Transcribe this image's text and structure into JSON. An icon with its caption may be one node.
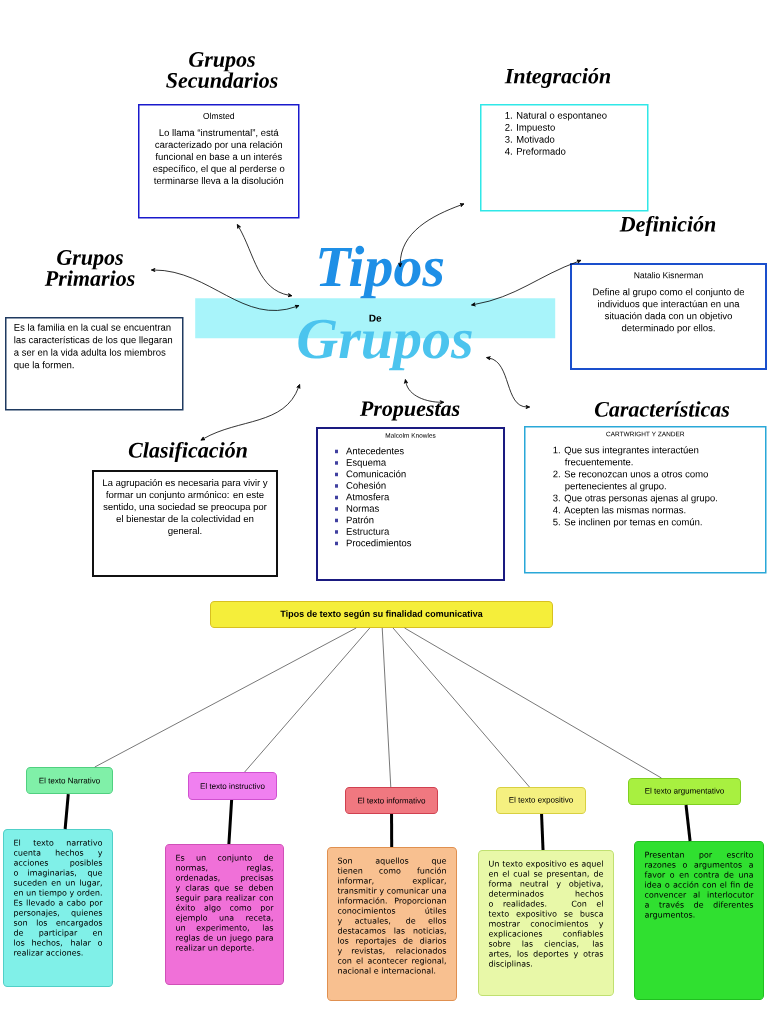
{
  "diagram": {
    "nodes": [
      {
        "text": [
          "Grupos Secundarios",
          "Olmsted",
          "Lo llama “instrumental”, está caracterizado por una relación funcional en base a un interés específico, el que al perderse o terminarse lleva a la disolución"
        ]
      },
      {
        "text": [
          "Integración",
          "1. Natural o espontaneo",
          "2. Impuesto",
          "3. Motivado",
          "4. Preformado"
        ]
      },
      {
        "text": [
          "Definición",
          "Natalio Kisnerman",
          "Define al grupo como el conjunto de individuos que interactúan en una situación dada con un objetivo determinado por ellos."
        ]
      },
      {
        "text": [
          "Grupos Primarios",
          "Es la familia en la cual se encuentran las características de los que llegaran a ser en la vida adulta los miembros que la formen."
        ]
      },
      {
        "text": [
          "Tipos",
          "De",
          "Grupos"
        ]
      },
      {
        "text": [
          "Propuestas",
          "Malcolm Knowles",
          "Antecedentes",
          "Esquema",
          "Comunicación",
          "Cohesión",
          "Atmosfera",
          "Normas",
          "Patrón",
          "Estructura",
          "Procedimientos"
        ]
      },
      {
        "text": [
          "Clasificación",
          "La agrupación es necesaria para vivir y formar un conjunto armónico: en este sentido, una sociedad se preocupa por el bienestar de la colectividad en general."
        ]
      },
      {
        "text": [
          "Características",
          "CARTWRIGHT Y ZANDER",
          "1. Que sus integrantes interactúen frecuentemente.",
          "2. Se reconozcan unos a otros como pertenecientes al grupo.",
          "3. Que otras personas ajenas al grupo.",
          "4. Acepten las mismas normas.",
          "5. Se inclinen por temas en común."
        ]
      },
      {
        "text": [
          "Tipos de texto según su finalidad comunicativa"
        ]
      },
      {
        "text": [
          "El texto Narrativo"
        ]
      },
      {
        "text": [
          "El texto instructivo"
        ]
      },
      {
        "text": [
          "El texto informativo"
        ]
      },
      {
        "text": [
          "El texto expositivo"
        ]
      },
      {
        "text": [
          "El texto argumentativo"
        ]
      },
      {
        "text": [
          "El texto narrativo cuenta hechos y acciones posibles o imaginarias, que suceden en un lugar, en un tiempo y orden. Es llevado a cabo por personajes, quienes son los encargados de participar en los hechos, halar o realizar acciones."
        ]
      },
      {
        "text": [
          "Es un conjunto de normas, reglas, ordenadas, precisas y claras que se deben seguir para realizar con éxito algo como por ejemplo una receta, un experimento, las reglas de un juego para realizar un deporte."
        ]
      },
      {
        "text": [
          "Son aquellos que tienen como función informar, explicar, transmitir y comunicar una información. Proporcionan conocimientos útiles y actuales, de ellos destacamos las noticias, los reportajes de diarios y revistas, relacionados con el acontecer regional, nacional e internacional."
        ]
      },
      {
        "text": [
          "Un texto expositivo es aquel en el cual se presentan, de forma neutral y objetiva, determinados hechos o realidades. Con el texto expositivo se busca mostrar conocimientos y explicaciones confiables sobre las ciencias, las artes, los deportes y otras disciplinas."
        ]
      },
      {
        "text": [
          "Presentan por escrito razones o argumentos a favor o en contra de una idea o acción con el fin de convencer al interlocutor a través de diferentes argumentos."
        ]
      }
    ],
    "edges": [
      {
        "from": 4,
        "to": 0,
        "arrow": "both"
      },
      {
        "from": 4,
        "to": 1,
        "arrow": "both"
      },
      {
        "from": 4,
        "to": 2,
        "arrow": "both"
      },
      {
        "from": 4,
        "to": 3,
        "arrow": "both"
      },
      {
        "from": 4,
        "to": 5,
        "arrow": "both"
      },
      {
        "from": 4,
        "to": 6,
        "arrow": "both"
      },
      {
        "from": 4,
        "to": 7,
        "arrow": "both"
      },
      {
        "from": 8,
        "to": 9,
        "arrow": "none",
        "color": "#555555"
      },
      {
        "from": 8,
        "to": 10,
        "arrow": "none",
        "color": "#555555"
      },
      {
        "from": 8,
        "to": 11,
        "arrow": "none",
        "color": "#555555"
      },
      {
        "from": 8,
        "to": 12,
        "arrow": "none",
        "color": "#555555"
      },
      {
        "from": 8,
        "to": 13,
        "arrow": "none",
        "color": "#555555"
      },
      {
        "from": 9,
        "to": 14,
        "arrow": "none",
        "style": "thick"
      },
      {
        "from": 10,
        "to": 15,
        "arrow": "none",
        "style": "thick"
      },
      {
        "from": 11,
        "to": 16,
        "arrow": "none",
        "style": "thick"
      },
      {
        "from": 12,
        "to": 17,
        "arrow": "none",
        "style": "thick"
      },
      {
        "from": 13,
        "to": 18,
        "arrow": "none",
        "style": "thick"
      }
    ]
  }
}
